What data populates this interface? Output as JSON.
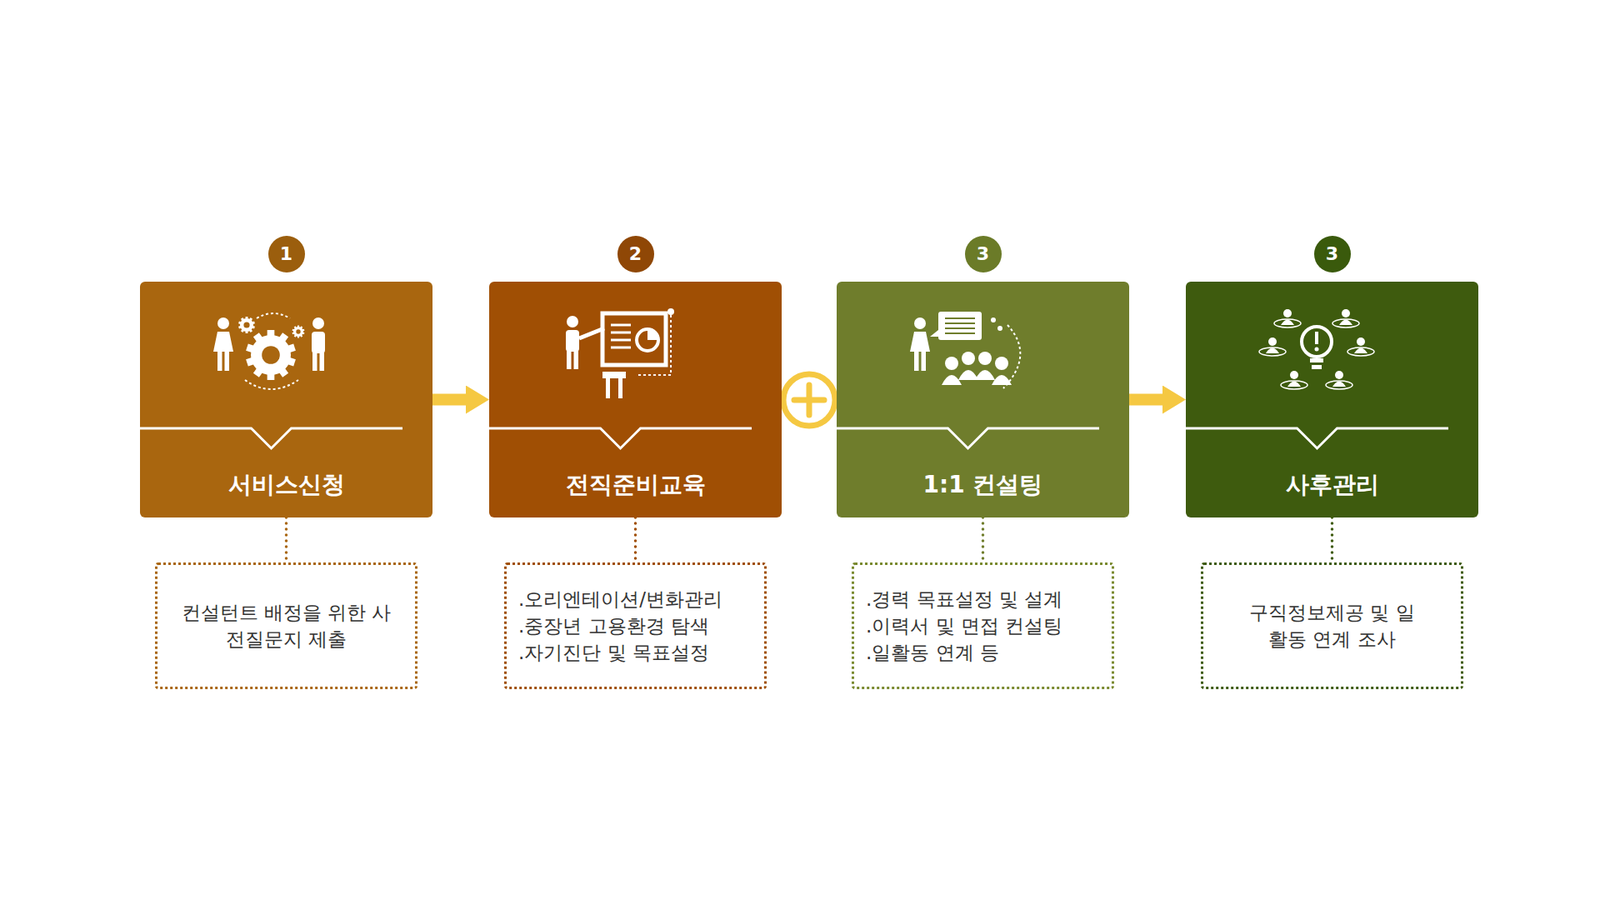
{
  "diagram": {
    "nodes": [
      {
        "text": [
          "1"
        ]
      },
      {
        "text": [
          "서비스신청"
        ]
      },
      {
        "text": [
          "컨설턴트 배정을 위한 사전질문지 제출"
        ]
      },
      {
        "text": [
          "2"
        ]
      },
      {
        "text": [
          "전직준비교육"
        ]
      },
      {
        "text": [
          ".오리엔테이션/변화관리",
          ".중장년 고용환경 탐색",
          ".자기진단 및 목표설정"
        ]
      },
      {
        "text": [
          "3"
        ]
      },
      {
        "text": [
          "1:1 컨설팅"
        ]
      },
      {
        "text": [
          ".경력 목표설정 및 설계",
          ".이력서 및 면접 컨설팅",
          ".일활동 연계 등"
        ]
      },
      {
        "text": [
          "3"
        ]
      },
      {
        "text": [
          "사후관리"
        ]
      },
      {
        "text": [
          "구직정보제공 및 일활동 연계 조사"
        ]
      }
    ],
    "edges": [
      {
        "from": 1,
        "to": 2,
        "arrow": "none"
      },
      {
        "from": 4,
        "to": 5,
        "arrow": "none"
      },
      {
        "from": 7,
        "to": 8,
        "arrow": "none"
      },
      {
        "from": 10,
        "to": 11,
        "arrow": "none"
      },
      {
        "from": 1,
        "to": 4,
        "arrow": "to"
      },
      {
        "from": 7,
        "to": 10,
        "arrow": "to"
      }
    ]
  }
}
